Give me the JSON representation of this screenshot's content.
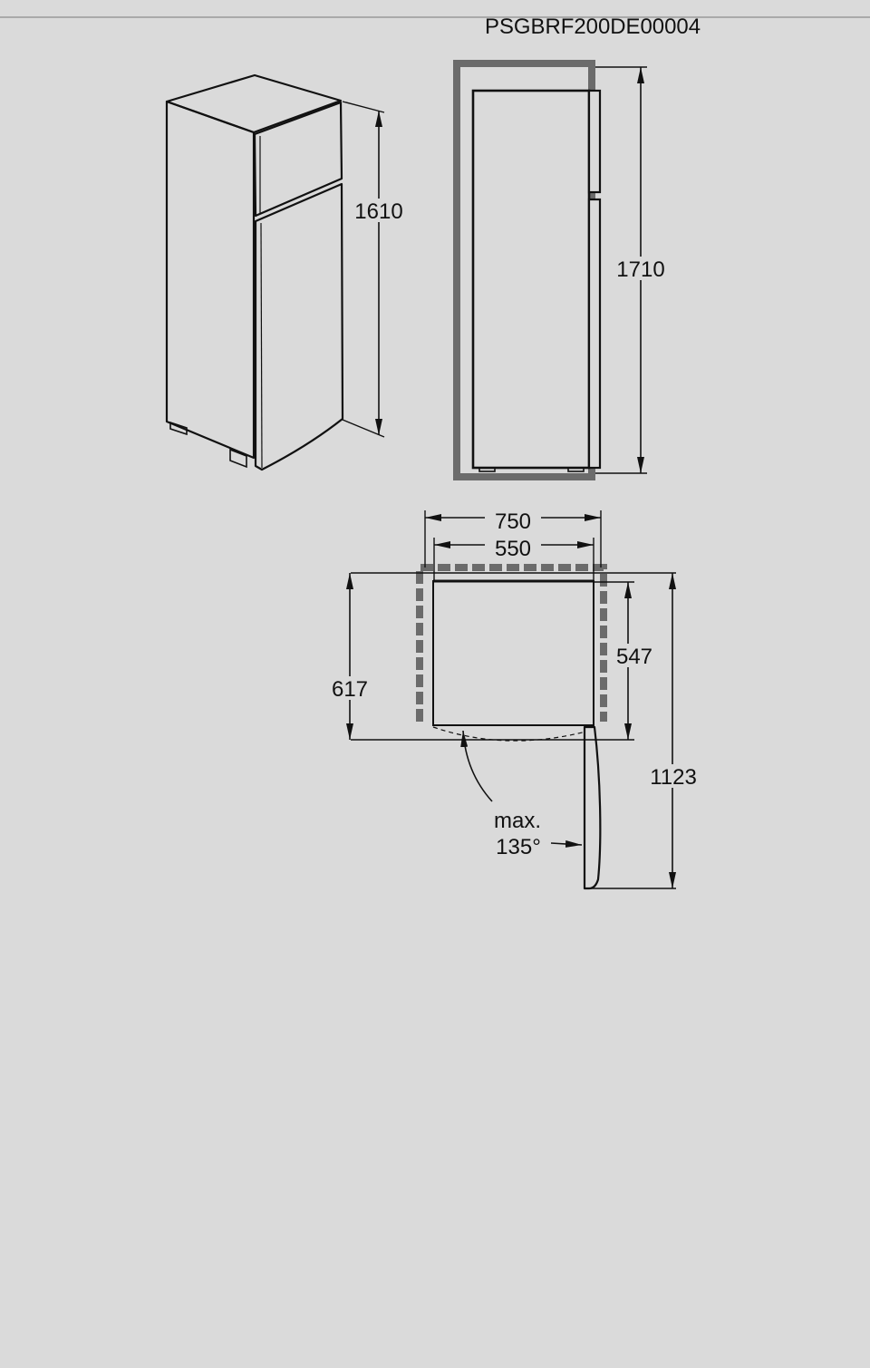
{
  "header": {
    "model_code": "PSGBRF200DE00004"
  },
  "dimensions": {
    "unit_height": "1610",
    "niche_height": "1710",
    "niche_width": "750",
    "unit_width": "550",
    "niche_depth": "617",
    "unit_depth": "547",
    "depth_door_open": "1123"
  },
  "door_angle": {
    "line1": "max.",
    "line2": "135°"
  },
  "colors": {
    "background": "#dadada",
    "line": "#111111",
    "niche": "#6b6b6b"
  }
}
